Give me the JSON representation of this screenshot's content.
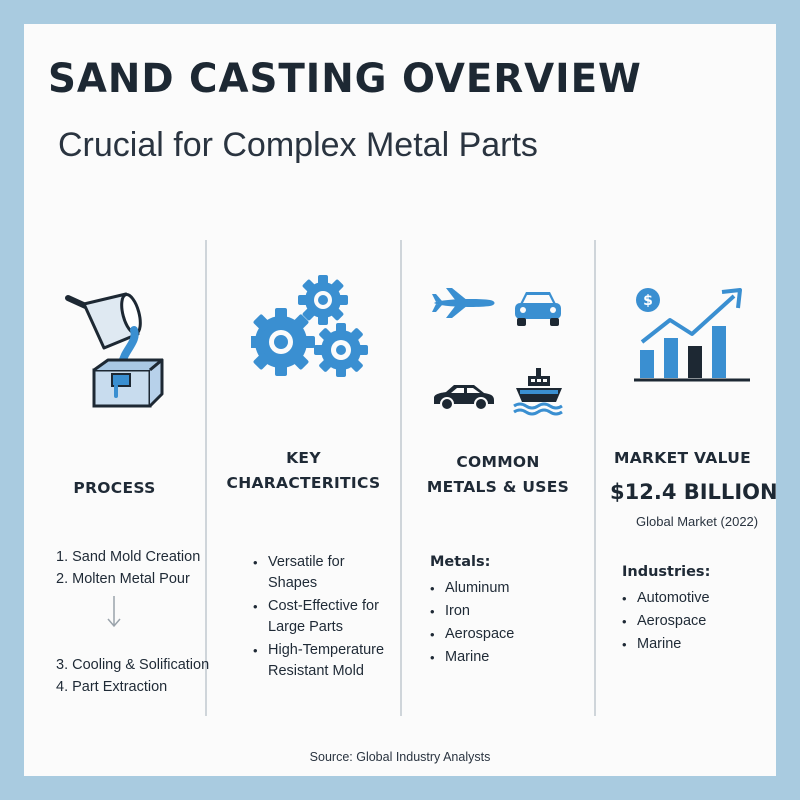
{
  "title": "SAND CASTING OVERVIEW",
  "subtitle": "Crucial for Complex Metal Parts",
  "colors": {
    "accent": "#3a8fd1",
    "dark": "#1d2833",
    "frame": "#a9cbe0"
  },
  "process": {
    "heading": "PROCESS",
    "icon": "ladle-pour-icon",
    "steps_top": [
      "1. Sand Mold Creation",
      "2. Molten Metal Pour"
    ],
    "steps_bottom": [
      "3. Cooling & Solification",
      "4. Part Extraction"
    ]
  },
  "characteristics": {
    "heading_line1": "KEY",
    "heading_line2": "CHARACTERITICS",
    "icon": "gears-icon",
    "items": [
      "Versatile for Shapes",
      "Cost-Effective for Large Parts",
      "High-Temperature Resistant Mold"
    ]
  },
  "metals": {
    "heading_line1": "COMMON",
    "heading_line2": "METALS & USES",
    "icons": [
      "airplane-icon",
      "car-icon",
      "car-icon",
      "ship-icon"
    ],
    "sub_heading": "Metals:",
    "items": [
      "Aluminum",
      "Iron",
      "Aerospace",
      "Marine"
    ]
  },
  "market": {
    "heading": "MARKET VALUE",
    "icon": "growth-chart-icon",
    "value": "$12.4 BILLION",
    "note": "Global Market (2022)",
    "sub_heading": "Industries:",
    "items": [
      "Automotive",
      "Aerospace",
      "Marine"
    ]
  },
  "source": "Source: Global Industry Analysts"
}
